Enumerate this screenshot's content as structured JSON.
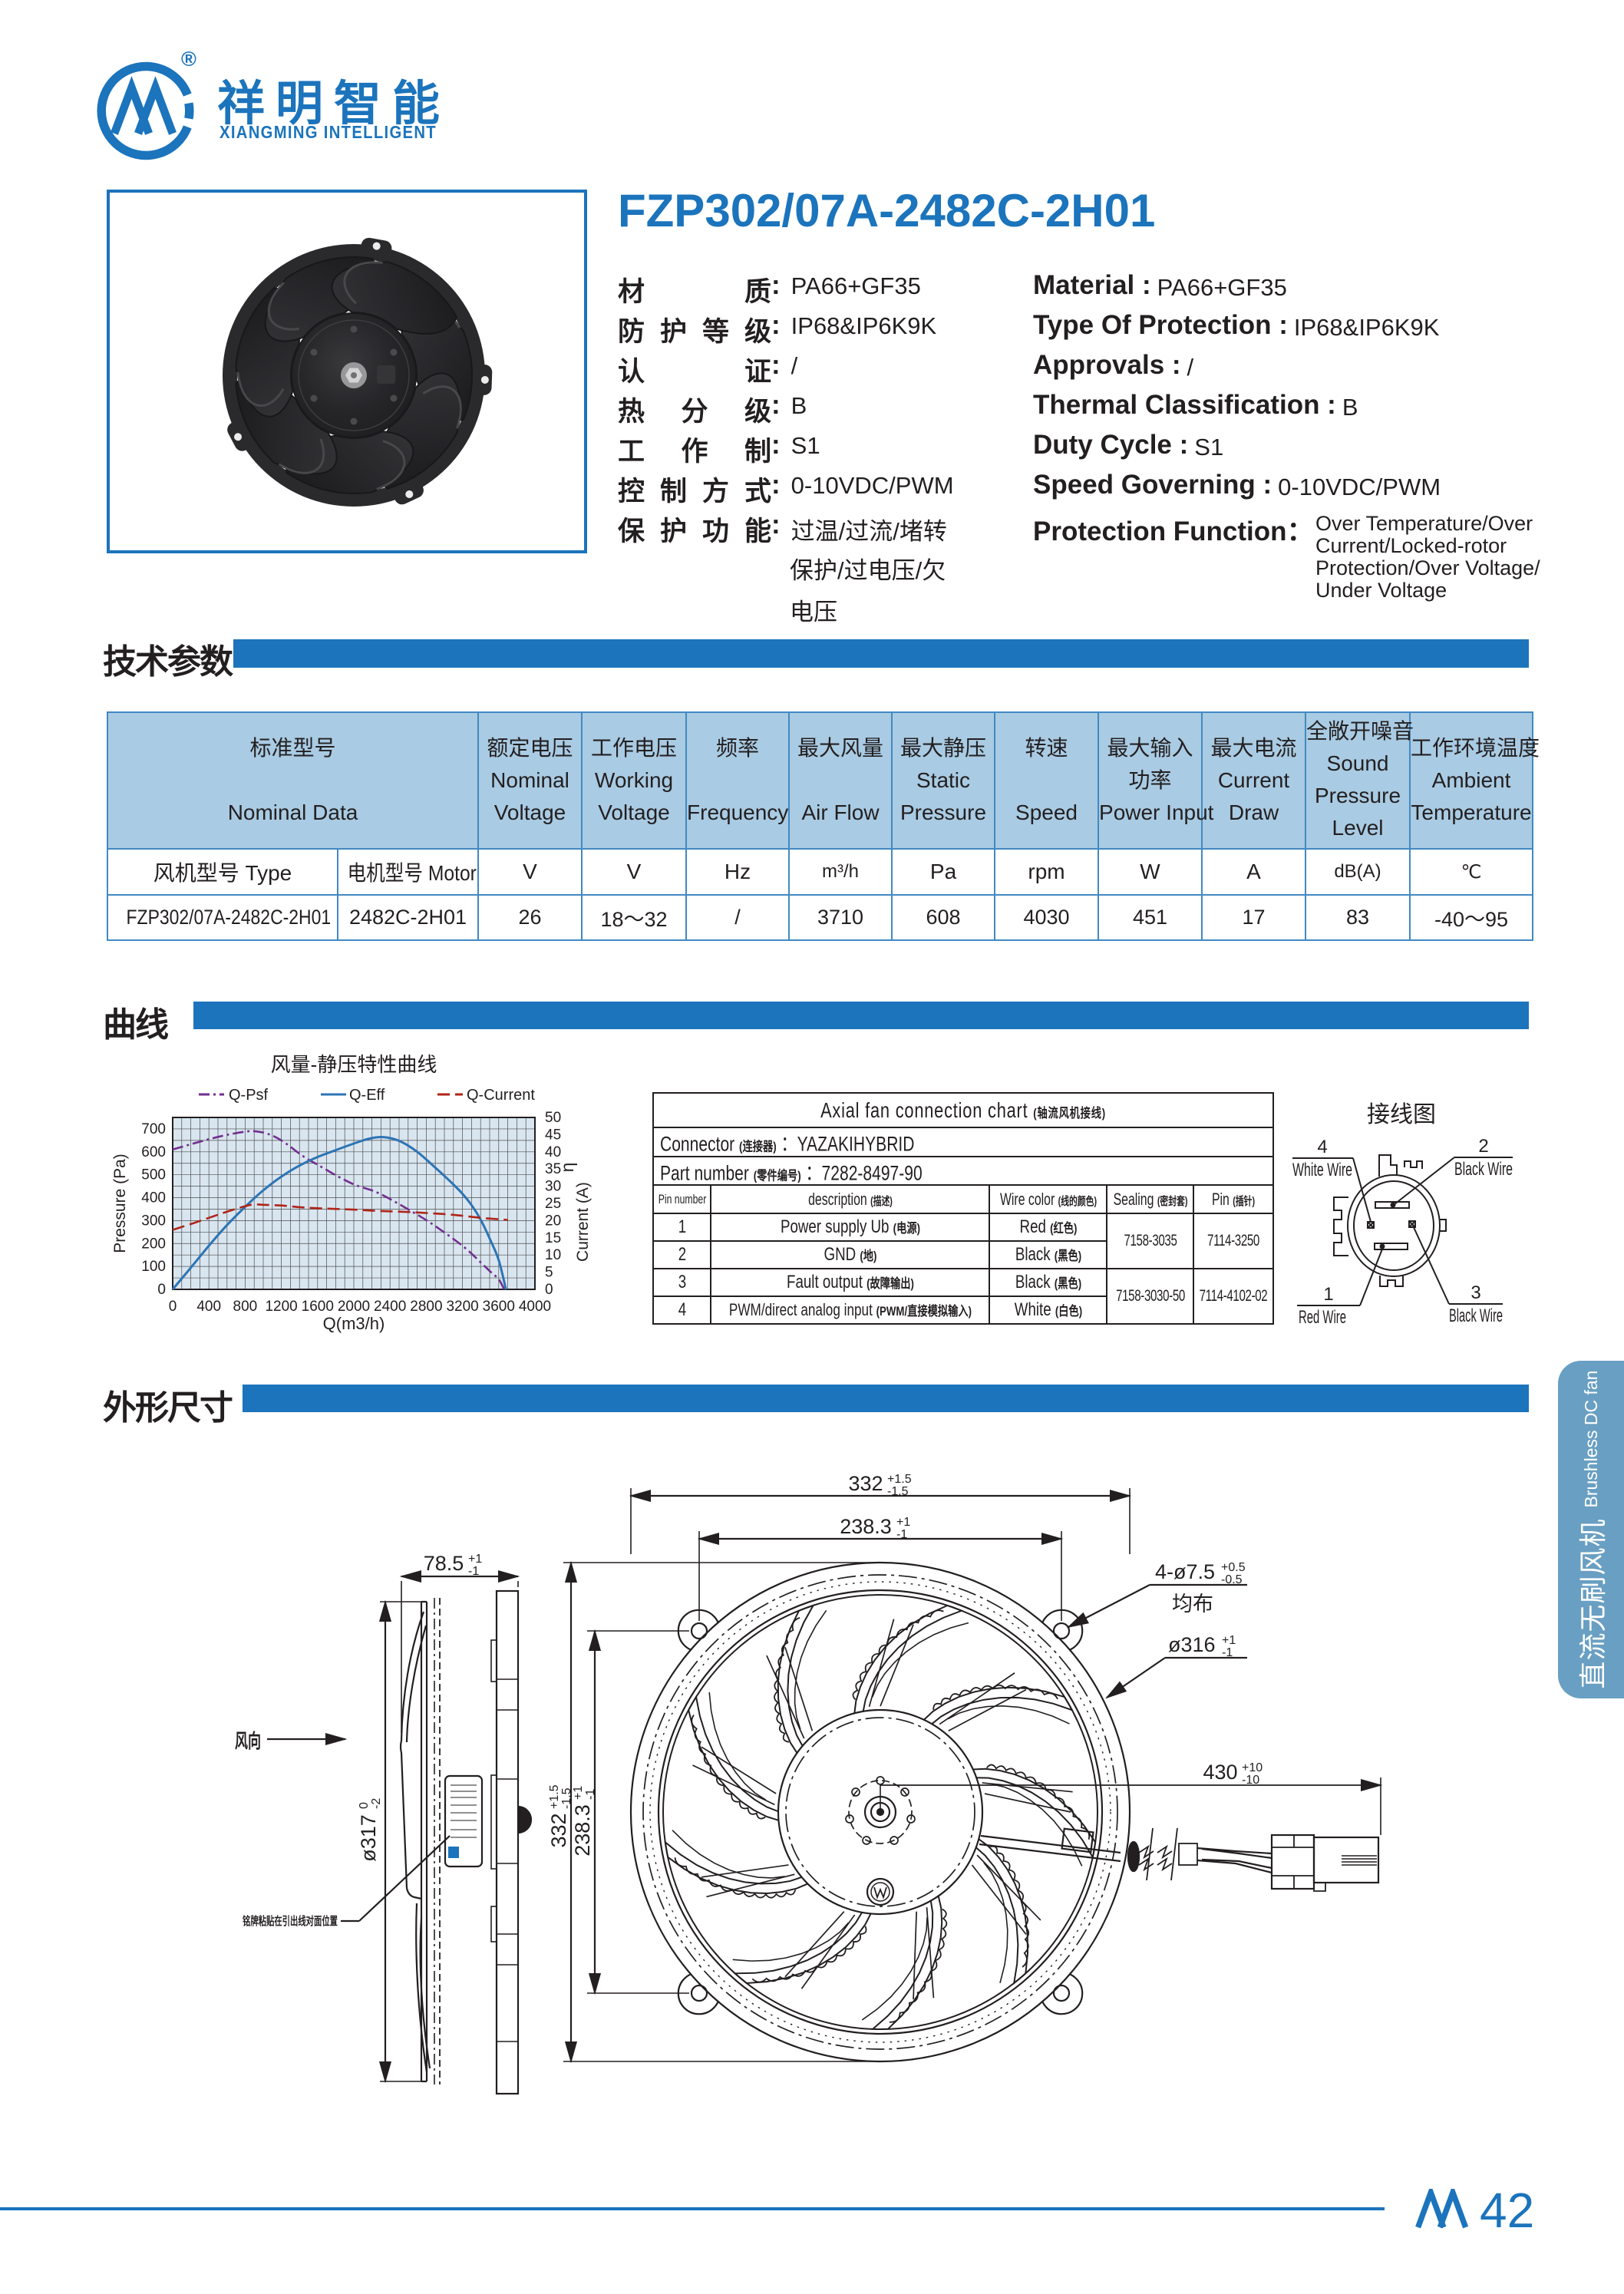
{
  "brand": {
    "logo_registered": "®",
    "name_cn": "祥明智能",
    "name_en": "XIANGMING INTELLIGENT"
  },
  "product": {
    "title": "FZP302/07A-2482C-2H01"
  },
  "specs_cn": [
    {
      "label": "材质",
      "value": "PA66+GF35"
    },
    {
      "label": "防护等级",
      "value": "IP68&IP6K9K"
    },
    {
      "label": "认证",
      "value": "/"
    },
    {
      "label": "热分级",
      "value": "B"
    },
    {
      "label": "工作制",
      "value": "S1"
    },
    {
      "label": "控制方式",
      "value": "0-10VDC/PWM"
    },
    {
      "label": "保护功能",
      "value": "过温/过流/堵转"
    }
  ],
  "specs_cn_extra_lines": [
    "保护/过电压/欠",
    "电压"
  ],
  "specs_en": [
    {
      "label": "Material :",
      "value": "PA66+GF35"
    },
    {
      "label": "Type Of Protection :",
      "value": "IP68&IP6K9K"
    },
    {
      "label": "Approvals :",
      "value": "/"
    },
    {
      "label": "Thermal Classification :",
      "value": "B"
    },
    {
      "label": "Duty Cycle :",
      "value": "S1"
    },
    {
      "label": "Speed Governing :",
      "value": "0-10VDC/PWM"
    },
    {
      "label": "Protection Function：",
      "value": ""
    }
  ],
  "protection_function_en_lines": [
    "Over Temperature/Over",
    "Current/Locked-rotor",
    "Protection/Over Voltage/",
    "Under Voltage"
  ],
  "sections": {
    "params": "技术参数",
    "curve": "曲线",
    "dimensions": "外形尺寸"
  },
  "param_table": {
    "header": [
      {
        "lines": [
          "标准型号",
          "",
          "Nominal Data"
        ],
        "span": 2
      },
      {
        "lines": [
          "额定电压",
          "Nominal",
          "Voltage"
        ]
      },
      {
        "lines": [
          "工作电压",
          "Working",
          "Voltage"
        ]
      },
      {
        "lines": [
          "频率",
          "",
          "Frequency"
        ]
      },
      {
        "lines": [
          "最大风量",
          "",
          "Air Flow"
        ]
      },
      {
        "lines": [
          "最大静压",
          "Static",
          "Pressure"
        ]
      },
      {
        "lines": [
          "转速",
          "",
          "Speed"
        ]
      },
      {
        "lines": [
          "最大输入",
          "功率",
          "Power Input"
        ]
      },
      {
        "lines": [
          "最大电流",
          "Current",
          "Draw"
        ]
      },
      {
        "lines": [
          "全敞开噪音",
          "Sound",
          "Pressure",
          "Level"
        ]
      },
      {
        "lines": [
          "工作环境温度",
          "Ambient",
          "Temperature"
        ]
      }
    ],
    "units": [
      "风机型号 Type",
      "电机型号 Motor",
      "V",
      "V",
      "Hz",
      "m³/h",
      "Pa",
      "rpm",
      "W",
      "A",
      "dB(A)",
      "℃"
    ],
    "row": [
      "FZP302/07A-2482C-2H01",
      "2482C-2H01",
      "26",
      "18～32",
      "/",
      "3710",
      "608",
      "4030",
      "451",
      "17",
      "83",
      "-40～95"
    ]
  },
  "chart_data": {
    "type": "line",
    "title": "风量-静压特性曲线",
    "xlabel": "Q(m3/h)",
    "ylabel_left": "Pressure (Pa)",
    "ylabel_right": "Current (A)",
    "ylabel_right2": "η",
    "xlim": [
      0,
      4000
    ],
    "ylim_left": [
      0,
      750
    ],
    "ylim_right": [
      0,
      50
    ],
    "x_ticks": [
      0,
      400,
      800,
      1200,
      1600,
      2000,
      2400,
      2800,
      3200,
      3600,
      4000
    ],
    "y_ticks_left": [
      0,
      100,
      200,
      300,
      400,
      500,
      600,
      700
    ],
    "y_ticks_right": [
      0,
      5,
      10,
      15,
      20,
      25,
      30,
      35,
      40,
      45,
      50
    ],
    "grid_step_x": 100,
    "grid_step_y": 50,
    "legend_position": "top",
    "series": [
      {
        "name": "Q-Psf",
        "axis": "left",
        "color": "#722f8f",
        "dash": "14 5 3 5",
        "points": [
          [
            0,
            610
          ],
          [
            200,
            633
          ],
          [
            400,
            655
          ],
          [
            600,
            674
          ],
          [
            800,
            688
          ],
          [
            900,
            690
          ],
          [
            1000,
            684
          ],
          [
            1100,
            671
          ],
          [
            1200,
            650
          ],
          [
            1300,
            622
          ],
          [
            1400,
            592
          ],
          [
            1500,
            566
          ],
          [
            1600,
            544
          ],
          [
            1700,
            521
          ],
          [
            1800,
            498
          ],
          [
            1900,
            477
          ],
          [
            2000,
            458
          ],
          [
            2100,
            444
          ],
          [
            2200,
            432
          ],
          [
            2300,
            415
          ],
          [
            2400,
            394
          ],
          [
            2500,
            372
          ],
          [
            2600,
            349
          ],
          [
            2700,
            326
          ],
          [
            2800,
            302
          ],
          [
            2900,
            276
          ],
          [
            3000,
            248
          ],
          [
            3100,
            220
          ],
          [
            3200,
            190
          ],
          [
            3300,
            156
          ],
          [
            3400,
            118
          ],
          [
            3500,
            80
          ],
          [
            3600,
            44
          ],
          [
            3660,
            0
          ]
        ]
      },
      {
        "name": "Q-Eff",
        "axis": "right",
        "color": "#2d74b5",
        "dash": "",
        "points": [
          [
            0,
            0
          ],
          [
            200,
            6.3
          ],
          [
            400,
            12.7
          ],
          [
            600,
            18.7
          ],
          [
            800,
            24
          ],
          [
            1000,
            28.8
          ],
          [
            1200,
            32.8
          ],
          [
            1400,
            36
          ],
          [
            1600,
            38.5
          ],
          [
            1800,
            40.5
          ],
          [
            2000,
            42.4
          ],
          [
            2100,
            43.3
          ],
          [
            2200,
            44
          ],
          [
            2300,
            44.3
          ],
          [
            2400,
            44
          ],
          [
            2500,
            43.2
          ],
          [
            2600,
            41.8
          ],
          [
            2700,
            40
          ],
          [
            2800,
            37.8
          ],
          [
            2900,
            35.4
          ],
          [
            3000,
            33
          ],
          [
            3100,
            30.5
          ],
          [
            3200,
            27.8
          ],
          [
            3300,
            24.5
          ],
          [
            3400,
            20.3
          ],
          [
            3500,
            14.8
          ],
          [
            3600,
            8.5
          ],
          [
            3680,
            0
          ]
        ]
      },
      {
        "name": "Q-Current",
        "axis": "right",
        "color": "#b02418",
        "dash": "16 7",
        "points": [
          [
            0,
            17.3
          ],
          [
            200,
            19
          ],
          [
            400,
            20.8
          ],
          [
            600,
            22.6
          ],
          [
            800,
            24.2
          ],
          [
            900,
            24.7
          ],
          [
            1000,
            24.6
          ],
          [
            1200,
            24.4
          ],
          [
            1400,
            23.9
          ],
          [
            1600,
            23.6
          ],
          [
            1800,
            23.4
          ],
          [
            2000,
            23.2
          ],
          [
            2200,
            22.9
          ],
          [
            2400,
            22.7
          ],
          [
            2600,
            22.5
          ],
          [
            2800,
            22.2
          ],
          [
            3000,
            21.9
          ],
          [
            3200,
            21.4
          ],
          [
            3400,
            20.8
          ],
          [
            3600,
            20.4
          ],
          [
            3700,
            20.2
          ]
        ]
      }
    ]
  },
  "connection_table": {
    "title_en": "Axial fan connection chart",
    "title_cn": "(轴流风机接线)",
    "connector_label": "Connector",
    "connector_cn": "(连接器)",
    "connector_value": "：YAZAKIHYBRID",
    "part_label": "Part number",
    "part_cn": "(零件编号)",
    "part_value": "：7282-8497-90",
    "col_pin": "Pin number",
    "col_desc": "description",
    "col_desc_cn": "(描述)",
    "col_color": "Wire color",
    "col_color_cn": "(线的颜色)",
    "col_seal": "Sealing",
    "col_seal_cn": "(密封套)",
    "col_pin2": "Pin",
    "col_pin2_cn": "(插针)",
    "rows": [
      {
        "pin": "1",
        "desc": "Power supply Ub",
        "desc_cn": "(电源)",
        "color": "Red",
        "color_cn": "(红色)"
      },
      {
        "pin": "2",
        "desc": "GND",
        "desc_cn": "(地)",
        "color": "Black",
        "color_cn": "(黑色)"
      },
      {
        "pin": "3",
        "desc": "Fault  output",
        "desc_cn": "(故障输出)",
        "color": "Black",
        "color_cn": "(黑色)"
      },
      {
        "pin": "4",
        "desc": "PWM/direct analog input",
        "desc_cn": "(PWM/直接模拟输入)",
        "color": "White",
        "color_cn": "(白色)"
      }
    ],
    "sealing_12": "7158-3035",
    "pin_12": "7114-3250",
    "sealing_34": "7158-3030-50",
    "pin_34": "7114-4102-02"
  },
  "wiring_diagram": {
    "title": "接线图",
    "pin4_num": "4",
    "pin4_label": "White Wire",
    "pin2_num": "2",
    "pin2_label": "Black Wire",
    "pin1_num": "1",
    "pin1_label": "Red Wire",
    "pin3_num": "3",
    "pin3_label": "Black Wire"
  },
  "drawing": {
    "dim_depth": {
      "v": "78.5",
      "p": "+1",
      "m": "-1"
    },
    "dim_dia317": {
      "v": "ø317",
      "p": "0",
      "m": "-2"
    },
    "wind_label": "风向",
    "nameplate_note": "铭牌粘贴在引出线对面位置",
    "dim_332": {
      "v": "332",
      "p": "+1.5",
      "m": "-1.5"
    },
    "dim_238": {
      "v": "238.3",
      "p": "+1",
      "m": "-1"
    },
    "dim_holes": {
      "v": "4-ø7.5",
      "p": "+0.5",
      "m": "-0.5",
      "note": "均布"
    },
    "dim_dia316": {
      "v": "ø316",
      "p": "+1",
      "m": "-1"
    },
    "dim_cable": {
      "v": "430",
      "p": "+10",
      "m": "-10"
    }
  },
  "side_tab": {
    "cn": "直流无刷风机",
    "en": "Brushless DC fan"
  },
  "footer": {
    "page": "42"
  },
  "colors": {
    "primary_blue": "#1b74bc",
    "table_header_bg": "#a9cbe3",
    "table_border": "#4289c2",
    "tab_bg": "#699fc2",
    "chart_bg": "#d9e6f0",
    "series_psf": "#722f8f",
    "series_eff": "#2d74b5",
    "series_current": "#b02418"
  }
}
